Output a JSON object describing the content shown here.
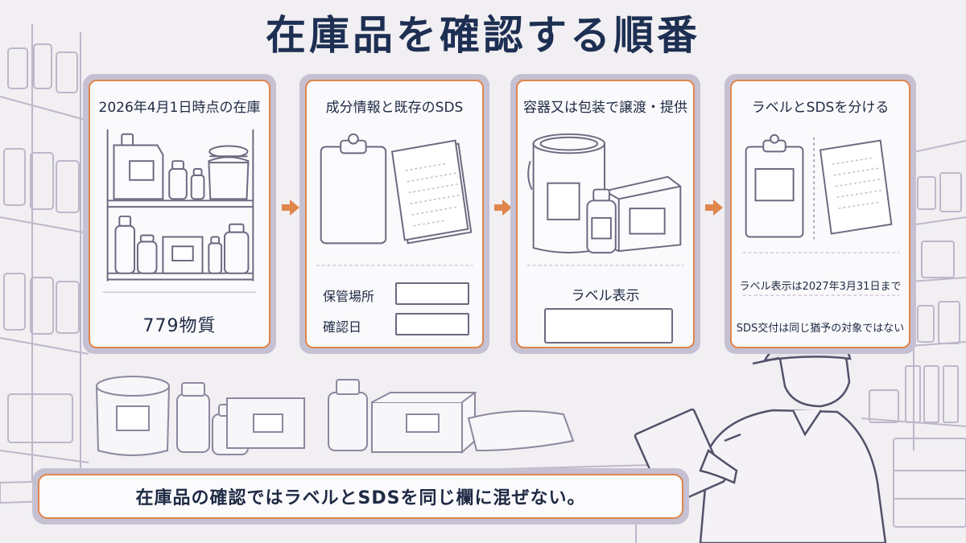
{
  "title": "在庫品を確認する順番",
  "steps": [
    {
      "title": "2026年4月1日時点の在庫",
      "count": "779物質"
    },
    {
      "title": "成分情報と既存のSDS",
      "fields": [
        "保管場所",
        "確認日"
      ]
    },
    {
      "title": "容器又は包装で譲渡・提供",
      "label_display": "ラベル表示"
    },
    {
      "title": "ラベルとSDSを分ける",
      "notes": [
        "ラベル表示は2027年3月31日まで",
        "SDS交付は同じ猶予の対象ではない"
      ]
    }
  ],
  "bottom_message": "在庫品の確認ではラベルとSDSを同じ欄に混ぜない。",
  "colors": {
    "accent": "#e0854c",
    "title": "#1d2f52",
    "frame": "#c5c0d2",
    "line": "#6e6880"
  }
}
